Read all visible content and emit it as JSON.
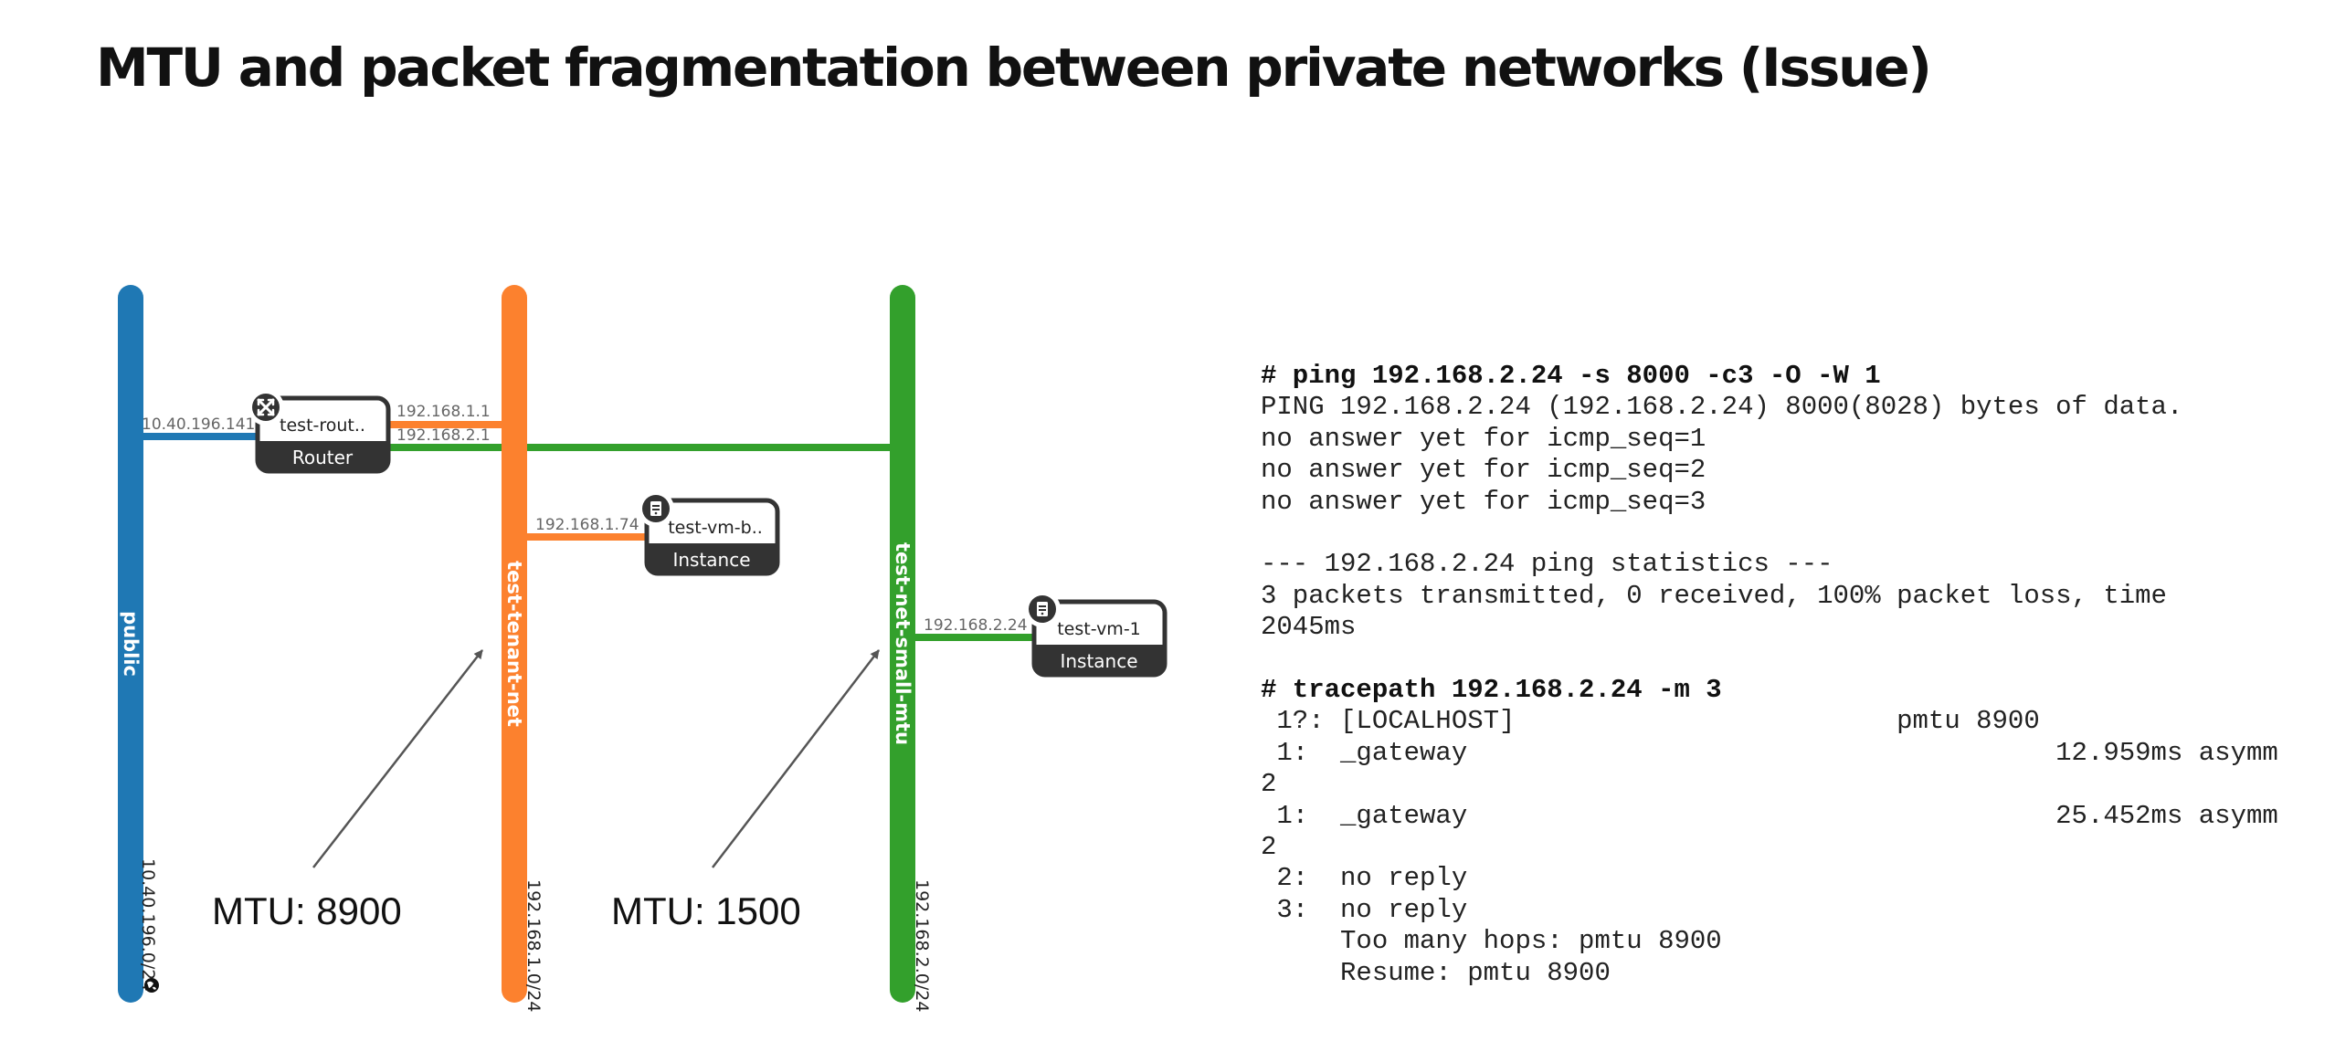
{
  "title": "MTU and packet fragmentation between private networks (Issue)",
  "colors": {
    "public": "#1f78b4",
    "tenant": "#fc812e",
    "small_mtu": "#33a02c",
    "node": "#333333",
    "arrow": "#555555"
  },
  "networks": {
    "public": {
      "name": "public",
      "cidr": "10.40.196.0/24",
      "cidr_icon": "globe-icon"
    },
    "tenant": {
      "name": "test-tenant-net",
      "cidr": "192.168.1.0/24"
    },
    "small": {
      "name": "test-net-small-mtu",
      "cidr": "192.168.2.0/24"
    }
  },
  "nodes": {
    "router": {
      "name": "test-rout..",
      "type": "Router",
      "icon": "router-icon",
      "ip_public": "10.40.196.141",
      "ip_tenant": "192.168.1.1",
      "ip_small": "192.168.2.1"
    },
    "vm_b": {
      "name": "test-vm-b..",
      "type": "Instance",
      "icon": "server-icon",
      "ip": "192.168.1.74"
    },
    "vm_1": {
      "name": "test-vm-1",
      "type": "Instance",
      "icon": "server-icon",
      "ip": "192.168.2.24"
    }
  },
  "annotations": {
    "mtu_tenant": "MTU: 8900",
    "mtu_small": "MTU: 1500"
  },
  "terminal": [
    {
      "text": "# ping 192.168.2.24 -s 8000 -c3 -O -W 1",
      "cmd": true
    },
    {
      "text": "PING 192.168.2.24 (192.168.2.24) 8000(8028) bytes of data."
    },
    {
      "text": "no answer yet for icmp_seq=1"
    },
    {
      "text": "no answer yet for icmp_seq=2"
    },
    {
      "text": "no answer yet for icmp_seq=3"
    },
    {
      "text": ""
    },
    {
      "text": "--- 192.168.2.24 ping statistics ---"
    },
    {
      "text": "3 packets transmitted, 0 received, 100% packet loss, time"
    },
    {
      "text": "2045ms"
    },
    {
      "text": ""
    },
    {
      "text": "# tracepath 192.168.2.24 -m 3",
      "cmd": true
    },
    {
      "text": " 1?: [LOCALHOST]                        pmtu 8900"
    },
    {
      "text": " 1:  _gateway                                     12.959ms asymm"
    },
    {
      "text": "2"
    },
    {
      "text": " 1:  _gateway                                     25.452ms asymm"
    },
    {
      "text": "2"
    },
    {
      "text": " 2:  no reply"
    },
    {
      "text": " 3:  no reply"
    },
    {
      "text": "     Too many hops: pmtu 8900"
    },
    {
      "text": "     Resume: pmtu 8900"
    }
  ]
}
